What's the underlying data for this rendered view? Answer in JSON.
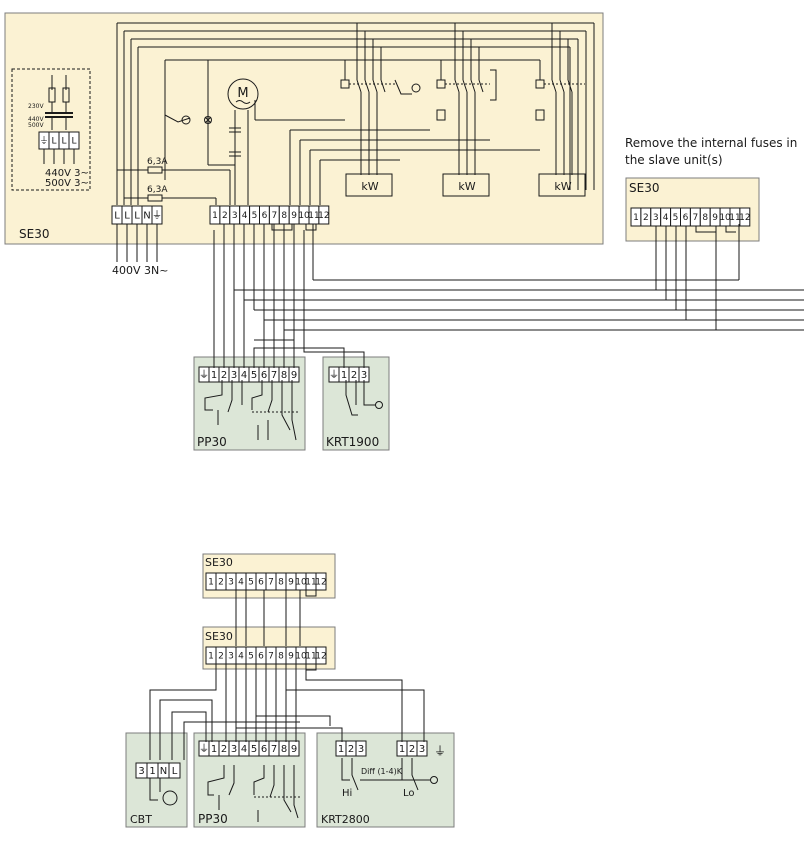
{
  "colors": {
    "main_panel": "#fbf2d3",
    "accessory_panel": "#dce6d7",
    "panel_border": "#7d7d7d",
    "wire": "#1a1a1a"
  },
  "main_unit": {
    "label": "SE30",
    "terminals": [
      "1",
      "2",
      "3",
      "4",
      "5",
      "6",
      "7",
      "8",
      "9",
      "10",
      "11",
      "12"
    ],
    "power_terminals": [
      "L",
      "L",
      "L",
      "N",
      "⏚"
    ],
    "supply_label": "400V 3N~",
    "fuse_labels": [
      "6,3A",
      "6,3A"
    ],
    "motor_symbol": "M",
    "heater_labels": [
      "kW",
      "kW",
      "kW"
    ],
    "transformer": {
      "line1": "230V",
      "line2": "440V",
      "line3": "500V",
      "terminals": [
        "⏚",
        "L",
        "L",
        "L"
      ],
      "caption1": "440V 3~",
      "caption2": "500V 3~"
    }
  },
  "slave_note": {
    "line1": "Remove the internal fuses in",
    "line2": "the slave unit(s)"
  },
  "slave_unit": {
    "label": "SE30",
    "terminals": [
      "1",
      "2",
      "3",
      "4",
      "5",
      "6",
      "7",
      "8",
      "9",
      "10",
      "11",
      "12"
    ]
  },
  "pp30_top": {
    "label": "PP30",
    "terminals": [
      "⏚",
      "1",
      "2",
      "3",
      "4",
      "5",
      "6",
      "7",
      "8",
      "9"
    ]
  },
  "krt1900": {
    "label": "KRT1900",
    "terminals": [
      "⏚",
      "1",
      "2",
      "3"
    ]
  },
  "lower_se30_a": {
    "label": "SE30",
    "terminals": [
      "1",
      "2",
      "3",
      "4",
      "5",
      "6",
      "7",
      "8",
      "9",
      "10",
      "11",
      "12"
    ]
  },
  "lower_se30_b": {
    "label": "SE30",
    "terminals": [
      "1",
      "2",
      "3",
      "4",
      "5",
      "6",
      "7",
      "8",
      "9",
      "10",
      "11",
      "12"
    ]
  },
  "cbt": {
    "label": "CBT",
    "terminals": [
      "3",
      "1",
      "N",
      "L"
    ]
  },
  "pp30_bottom": {
    "label": "PP30",
    "terminals": [
      "⏚",
      "1",
      "2",
      "3",
      "4",
      "5",
      "6",
      "7",
      "8",
      "9"
    ]
  },
  "krt2800": {
    "label": "KRT2800",
    "terminals_a": [
      "1",
      "2",
      "3"
    ],
    "terminals_b": [
      "1",
      "2",
      "3"
    ],
    "earth": "⏚",
    "diff_label": "Diff (1-4)K",
    "hi_label": "Hi",
    "lo_label": "Lo"
  }
}
